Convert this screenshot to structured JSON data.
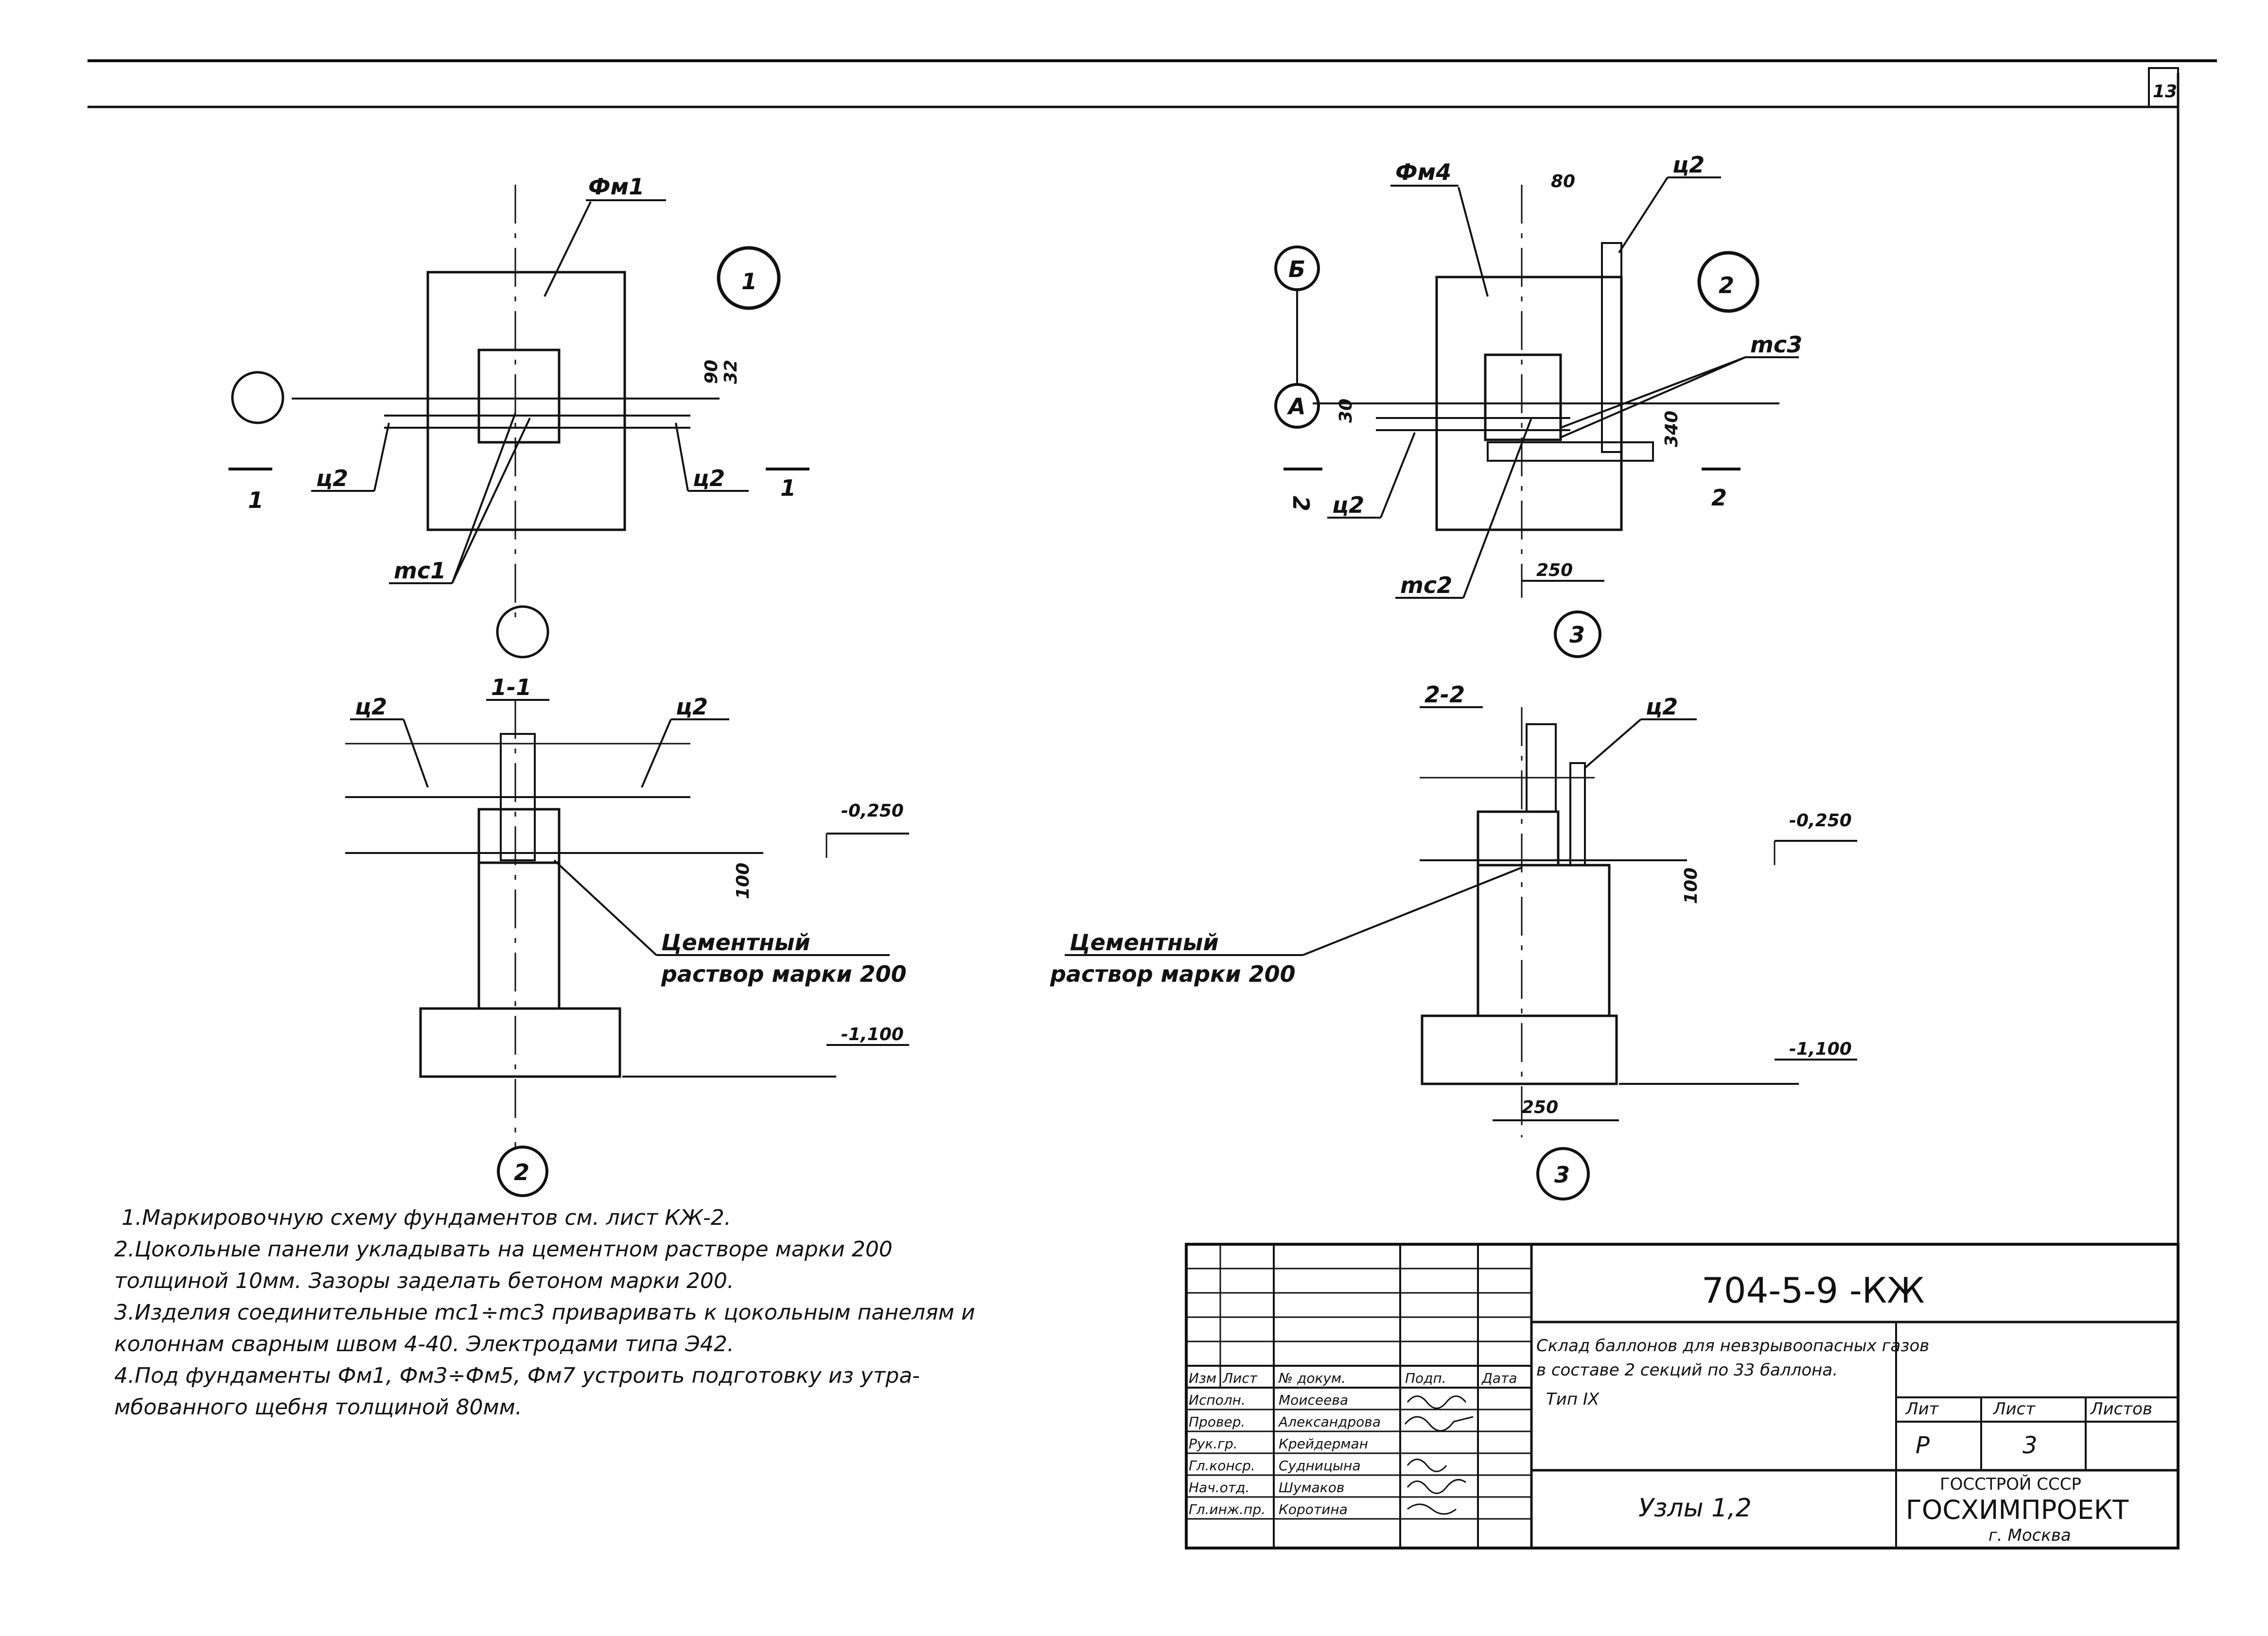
{
  "sheet_corner": "13",
  "detail1": {
    "marker": "1",
    "plate_label": "Фм1",
    "left_label": "ц2",
    "right_label": "ц2",
    "part_label": "mc1",
    "cut_left": "1",
    "cut_right": "1",
    "dims": [
      "90",
      "32"
    ]
  },
  "detail2": {
    "marker": "2",
    "plate_label": "Фм4",
    "top_label": "ц2",
    "top_dim": "80",
    "part_top": "mc3",
    "part_bottom": "mc2",
    "left_label": "ц2",
    "axis_b": "Б",
    "axis_a": "А",
    "axis_3": "3",
    "dim_left": "30",
    "dim_right": "340",
    "dim_bottom": "250",
    "cut_left": "2",
    "cut_right": "2"
  },
  "section1": {
    "title": "1-1",
    "label_left": "ц2",
    "label_right": "ц2",
    "elev_top": "-0,250",
    "elev_bottom": "-1,100",
    "dim": "100",
    "mortar_line1": "Цементный",
    "mortar_line2": "раствор марки 200",
    "axis": "2",
    "axis_top_left": ""
  },
  "section2": {
    "title": "2-2",
    "label": "ц2",
    "elev_top": "-0,250",
    "elev_bottom": "-1,100",
    "dim": "100",
    "dim_bottom": "250",
    "mortar_line1": "Цементный",
    "mortar_line2": "раствор марки 200",
    "axis": "3"
  },
  "notes": [
    "1.Маркировочную схему фундаментов см. лист КЖ-2.",
    "2.Цокольные панели укладывать на цементном растворе марки 200",
    "толщиной 10мм. Зазоры заделать бетоном марки 200.",
    "3.Изделия соединительные mc1÷mc3 приваривать к цокольным панелям и",
    "колоннам сварным швом 4-40. Электродами типа Э42.",
    "4.Под фундаменты Фм1, Фм3÷Фм5, Фм7 устроить подготовку из утра-",
    "мбованного щебня толщиной 80мм."
  ],
  "title_block": {
    "code": "704-5-9 -КЖ",
    "description_line1": "Склад баллонов для невзрывоопасных газов",
    "description_line2": "в составе 2 секций по 33 баллона.",
    "type": "Тип IX",
    "sheet_title": "Узлы 1,2",
    "col_lit": "Лит",
    "col_sheet": "Лист",
    "col_sheets": "Листов",
    "val_lit": "Р",
    "val_sheet": "3",
    "org_line1": "ГОССТРОЙ СССР",
    "org_line2": "ГОСХИМПРОЕКТ",
    "org_line3": "г. Москва",
    "header_row": [
      "Изм",
      "Лист",
      "№ докум.",
      "Подп.",
      "Дата"
    ],
    "signatures": [
      [
        "Исполн.",
        "Моисеева"
      ],
      [
        "Провер.",
        "Александрова"
      ],
      [
        "Рук.гр.",
        "Крейдерман"
      ],
      [
        "Гл.конср.",
        "Судницына"
      ],
      [
        "Нач.отд.",
        "Шумаков"
      ],
      [
        "Гл.инж.пр.",
        "Коротина"
      ]
    ]
  }
}
